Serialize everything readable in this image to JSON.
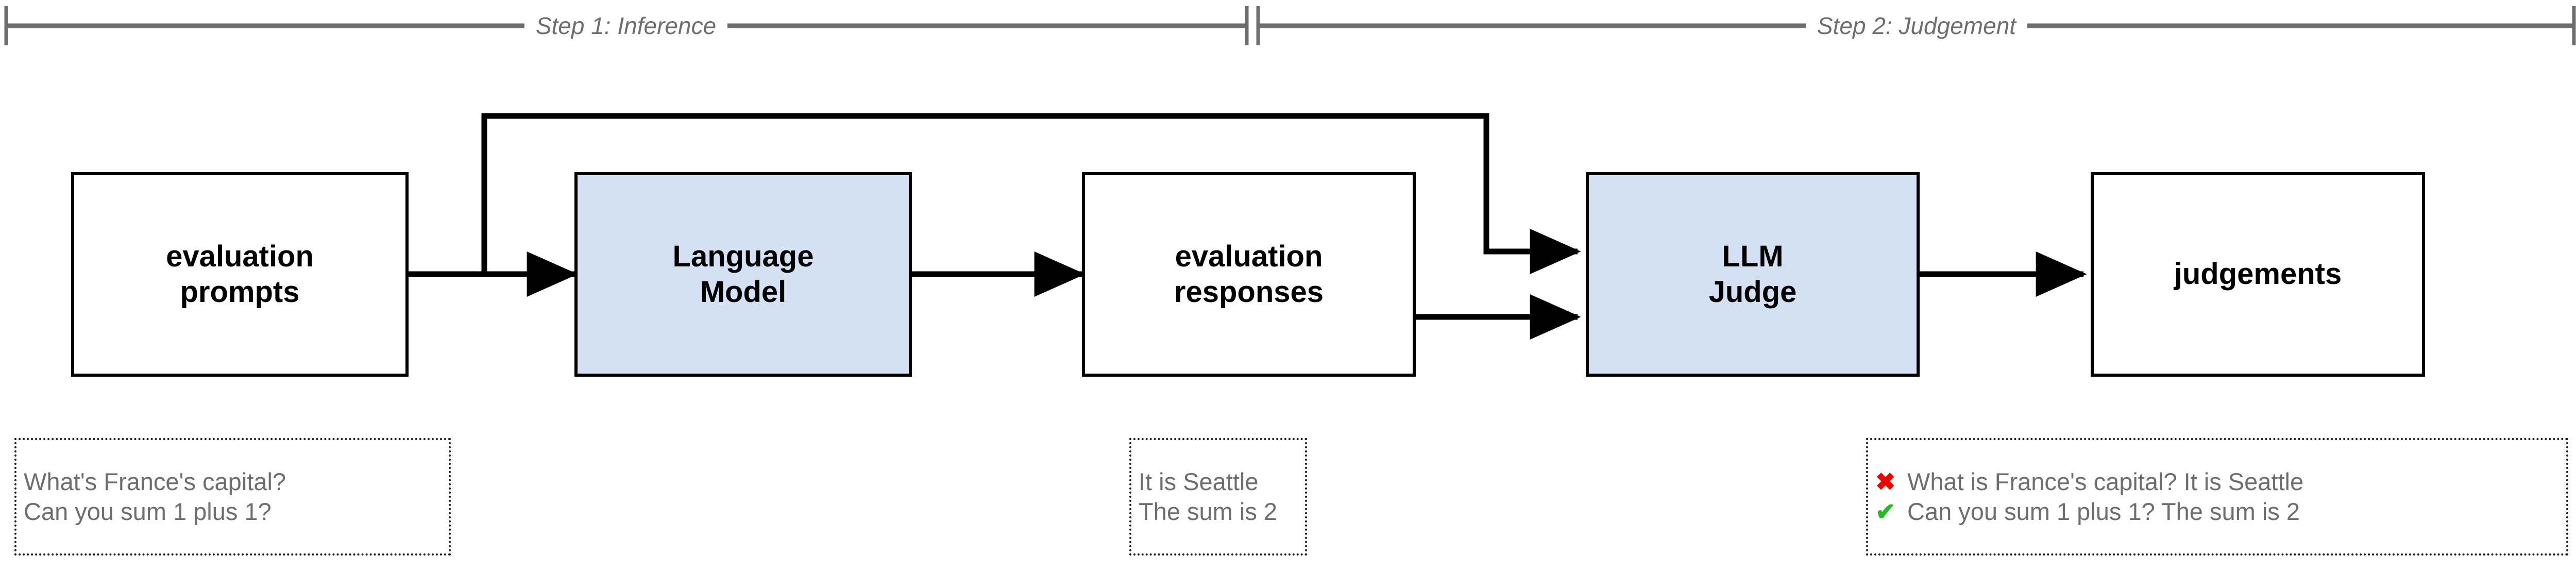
{
  "header": {
    "steps": [
      {
        "label": "Step 1: Inference"
      },
      {
        "label": "Step 2: Judgement"
      }
    ]
  },
  "nodes": [
    {
      "id": "evaluation-prompts",
      "label": "evaluation\nprompts",
      "fill": "#ffffff"
    },
    {
      "id": "language-model",
      "label": "Language\nModel",
      "fill": "#d4e1f4"
    },
    {
      "id": "evaluation-responses",
      "label": "evaluation\nresponses",
      "fill": "#ffffff"
    },
    {
      "id": "llm-judge",
      "label": "LLM\nJudge",
      "fill": "#d4e1f4"
    },
    {
      "id": "judgements",
      "label": "judgements",
      "fill": "#ffffff"
    }
  ],
  "annotations": {
    "prompts": {
      "lines": [
        {
          "mark": "",
          "text": "What's France's capital?"
        },
        {
          "mark": "",
          "text": "Can you sum 1 plus 1?"
        }
      ]
    },
    "responses": {
      "lines": [
        {
          "mark": "",
          "text": "It is Seattle"
        },
        {
          "mark": "",
          "text": "The sum is 2"
        }
      ]
    },
    "judgements": {
      "lines": [
        {
          "mark": "✖",
          "markType": "fail",
          "text": "What is France's capital? It is Seattle"
        },
        {
          "mark": "✔",
          "markType": "pass",
          "text": "Can you sum 1 plus 1? The sum is 2"
        }
      ]
    }
  },
  "colors": {
    "node_fill_blue": "#d4e1f4",
    "node_stroke": "#000000",
    "annotation_text": "#6e6e6e",
    "header_rule": "#6e6e6e",
    "fail_mark": "#ee0000",
    "pass_mark": "#22bb22"
  }
}
